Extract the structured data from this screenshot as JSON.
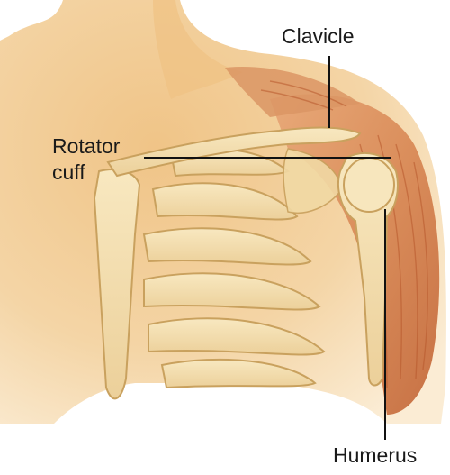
{
  "labels": {
    "clavicle": "Clavicle",
    "rotator_cuff_line1": "Rotator",
    "rotator_cuff_line2": "cuff",
    "humerus": "Humerus"
  },
  "colors": {
    "skin": "#f2cf9a",
    "skin_shadow": "#e9b774",
    "bone": "#f4dfae",
    "bone_outline": "#c9a15e",
    "muscle": "#d98a57",
    "muscle_dark": "#c66a3b",
    "leader_line": "#111111"
  }
}
